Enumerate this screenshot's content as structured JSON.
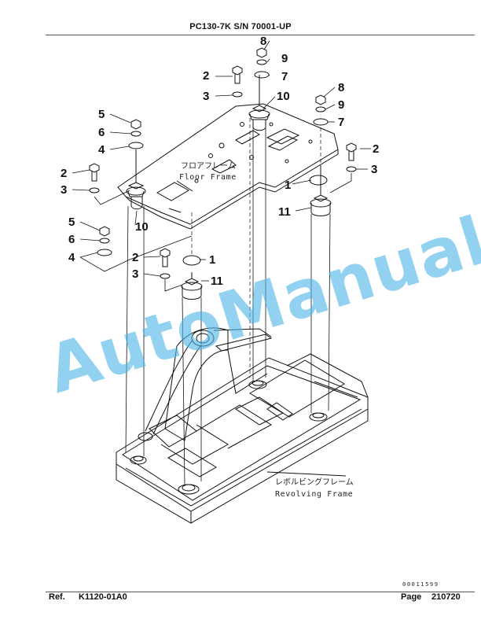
{
  "header": {
    "title": "PC130-7K S/N 70001-UP"
  },
  "labels": {
    "floor_frame_jp": "フロアフレーム",
    "floor_frame_en": "Floor Frame",
    "revolving_frame_jp": "レボルビングフレーム",
    "revolving_frame_en": "Revolving Frame"
  },
  "callouts": [
    "8",
    "9",
    "2",
    "7",
    "3",
    "10",
    "8",
    "9",
    "7",
    "5",
    "6",
    "4",
    "2",
    "2",
    "3",
    "3",
    "1",
    "11",
    "10",
    "5",
    "6",
    "4",
    "2",
    "1",
    "3",
    "11"
  ],
  "watermark": "AutoManual",
  "footer": {
    "doc_number": "00011599",
    "ref_label": "Ref.",
    "ref_value": "K1120-01A0",
    "page_label": "Page",
    "page_value": "210720"
  },
  "colors": {
    "watermark": "#4fb7e6",
    "line": "#111111"
  }
}
